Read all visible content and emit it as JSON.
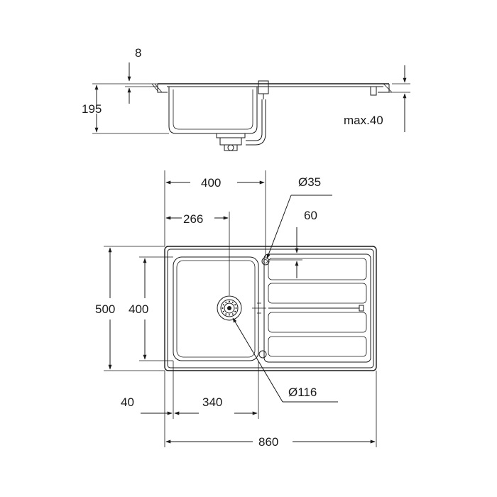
{
  "side_view": {
    "dim_thickness": "8",
    "dim_depth": "195",
    "dim_max_counter": "max.40"
  },
  "top_view": {
    "dim_bowl_center_width": "400",
    "dim_tap_hole": "Ø35",
    "dim_drain_offset": "266",
    "dim_drainer_offset": "60",
    "dim_overall_depth": "500",
    "dim_bowl_depth": "400",
    "dim_waste": "Ø116",
    "dim_edge": "40",
    "dim_bowl_width": "340",
    "dim_overall_width": "860"
  },
  "colors": {
    "line": "#1a1a1a",
    "background": "#ffffff"
  }
}
